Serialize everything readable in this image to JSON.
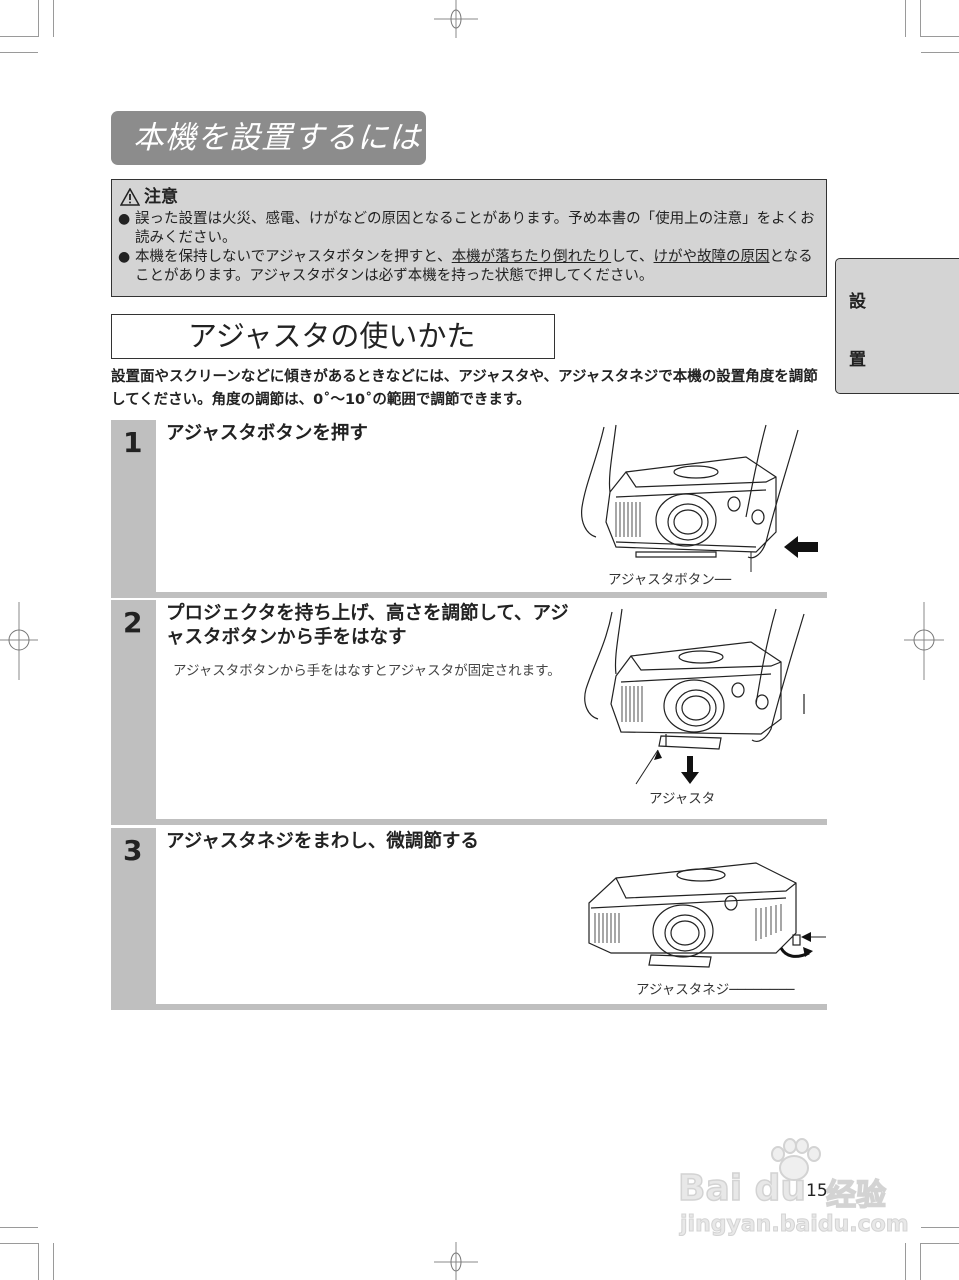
{
  "page": {
    "title": "本機を設置するには",
    "side_tab": [
      "設",
      "置"
    ],
    "page_number": "15"
  },
  "caution": {
    "icon": "warning-triangle-icon",
    "heading": "注意",
    "items": [
      {
        "text_before": "誤った設置は火災、感電、けがなどの原因となることがあります。予め本書の「使用上の注意」をよくお読みください。",
        "underlined_1": "",
        "text_middle": "",
        "underlined_2": "",
        "text_after": ""
      },
      {
        "text_before": "本機を保持しないでアジャスタボタンを押すと、",
        "underlined_1": "本機が落ちたり倒れたり",
        "text_middle": "して、",
        "underlined_2": "けがや故障の原因",
        "text_after": "となることがあります。アジャスタボタンは必ず本機を持った状態で押してください。"
      }
    ]
  },
  "section": {
    "title": "アジャスタの使いかた",
    "intro": "設置面やスクリーンなどに傾きがあるときなどには、アジャスタや、アジャスタネジで本機の設置角度を調節してください。角度の調節は、0˚～10˚の範囲で調節できます。"
  },
  "steps": [
    {
      "number": "1",
      "heading": "アジャスタボタンを押す",
      "description": "",
      "callout": "アジャスタボタン",
      "illustration": "hands-holding-projector-pressing-adjuster-button"
    },
    {
      "number": "2",
      "heading": "プロジェクタを持ち上げ、高さを調節して、アジャスタボタンから手をはなす",
      "description": "アジャスタボタンから手をはなすとアジャスタが固定されます。",
      "callout": "アジャスタ",
      "illustration": "hands-lifting-projector-adjuster-foot-extended"
    },
    {
      "number": "3",
      "heading": "アジャスタネジをまわし、微調節する",
      "description": "",
      "callout": "アジャスタネジ",
      "illustration": "projector-rotating-adjuster-screw"
    }
  ],
  "watermark": {
    "brand": "Bai du",
    "brand_cn": "经验",
    "url": "jingyan.baidu.com"
  },
  "colors": {
    "banner_bg": "#8c8c8c",
    "caution_bg": "#d4d4d4",
    "step_bar": "#bfbfbf",
    "text": "#222222"
  }
}
